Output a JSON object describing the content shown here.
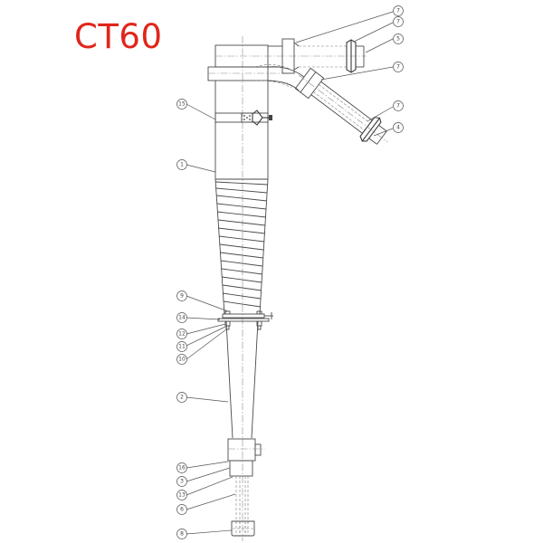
{
  "title": "CT60",
  "colors": {
    "title": "#e0261b",
    "line": "#4a4a4a"
  },
  "callouts": [
    {
      "id": "c7a",
      "label": "7",
      "part": "clamp"
    },
    {
      "id": "c7b",
      "label": "7",
      "part": "clamp"
    },
    {
      "id": "c5",
      "label": "5",
      "part": "overflow outlet"
    },
    {
      "id": "c7c",
      "label": "7",
      "part": "clamp"
    },
    {
      "id": "c7d",
      "label": "7",
      "part": "clamp"
    },
    {
      "id": "c4",
      "label": "4",
      "part": "feed inlet"
    },
    {
      "id": "c15",
      "label": "15",
      "part": "band clamp"
    },
    {
      "id": "c1",
      "label": "1",
      "part": "cylinder section"
    },
    {
      "id": "c9",
      "label": "9",
      "part": "flange"
    },
    {
      "id": "c14",
      "label": "14",
      "part": "gasket plate"
    },
    {
      "id": "c12",
      "label": "12",
      "part": "washer"
    },
    {
      "id": "c11",
      "label": "11",
      "part": "nut"
    },
    {
      "id": "c10",
      "label": "10",
      "part": "bolt"
    },
    {
      "id": "c2",
      "label": "2",
      "part": "lower cone"
    },
    {
      "id": "c16",
      "label": "16",
      "part": "apex housing"
    },
    {
      "id": "c3",
      "label": "3",
      "part": "apex"
    },
    {
      "id": "c13",
      "label": "13",
      "part": "apex seal"
    },
    {
      "id": "c6",
      "label": "6",
      "part": "underflow pipe"
    },
    {
      "id": "c8",
      "label": "8",
      "part": "splash skirt"
    }
  ]
}
